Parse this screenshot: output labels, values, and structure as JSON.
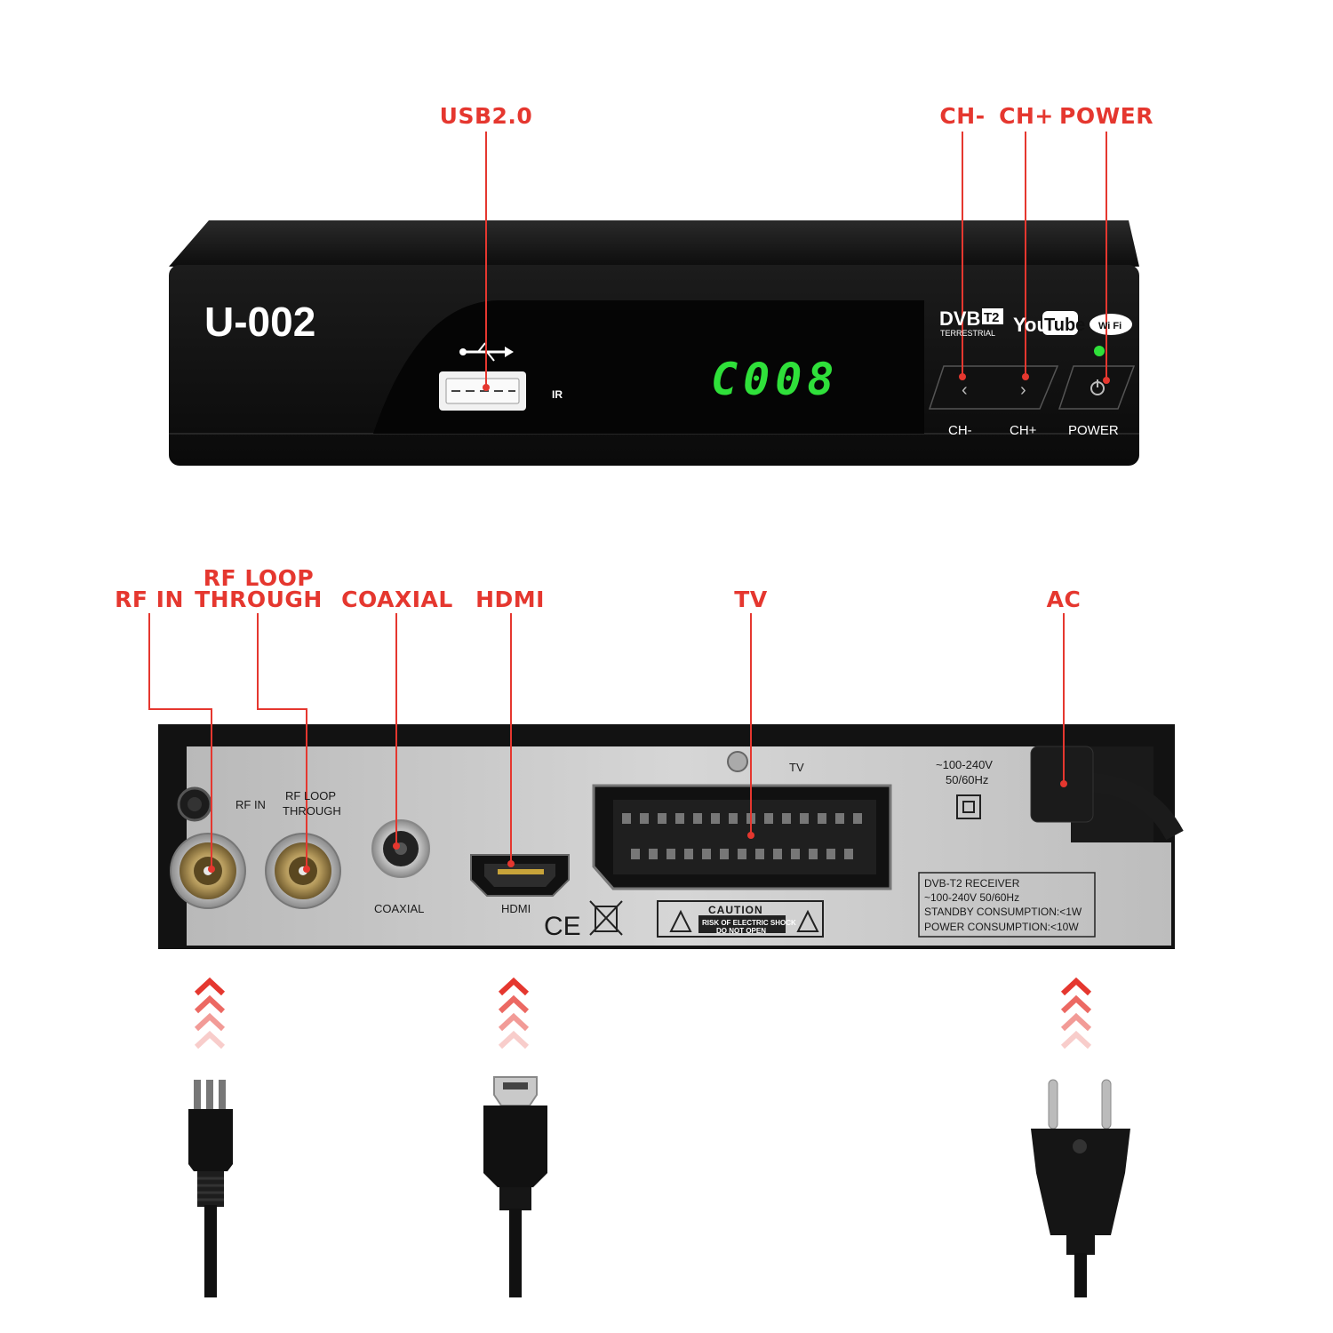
{
  "front": {
    "model": "U-002",
    "display": "C008",
    "ir_label": "IR",
    "logos": {
      "dvb": "DVB",
      "t2": "T2",
      "terrestrial": "TERRESTRIAL",
      "you": "You",
      "tube": "Tube",
      "wifi": "Wi Fi"
    },
    "buttons": {
      "ch_minus": "CH-",
      "ch_plus": "CH+",
      "power": "POWER"
    }
  },
  "callouts": {
    "usb": "USB2.0",
    "ch_minus": "CH-",
    "ch_plus": "CH+",
    "power": "POWER",
    "rf_in": "RF IN",
    "rf_loop_1": "RF LOOP",
    "rf_loop_2": "THROUGH",
    "coaxial": "COAXIAL",
    "hdmi": "HDMI",
    "tv": "TV",
    "ac": "AC"
  },
  "back": {
    "rf_in": "RF IN",
    "rf_loop_1": "RF LOOP",
    "rf_loop_2": "THROUGH",
    "coaxial": "COAXIAL",
    "hdmi": "HDMI",
    "tv": "TV",
    "voltage_1": "~100-240V",
    "voltage_2": "50/60Hz",
    "ce": "CE",
    "caution_title": "CAUTION",
    "caution_line1": "RISK OF ELECTRIC SHOCK",
    "caution_line2": "DO NOT OPEN",
    "spec_lines": [
      "DVB-T2 RECEIVER",
      "~100-240V 50/60Hz",
      "STANDBY CONSUMPTION:<1W",
      "POWER CONSUMPTION:<10W"
    ]
  },
  "colors": {
    "accent": "#e5372f",
    "led": "#2fe03a",
    "body": "#141414",
    "panel": "#c9c9c9"
  }
}
